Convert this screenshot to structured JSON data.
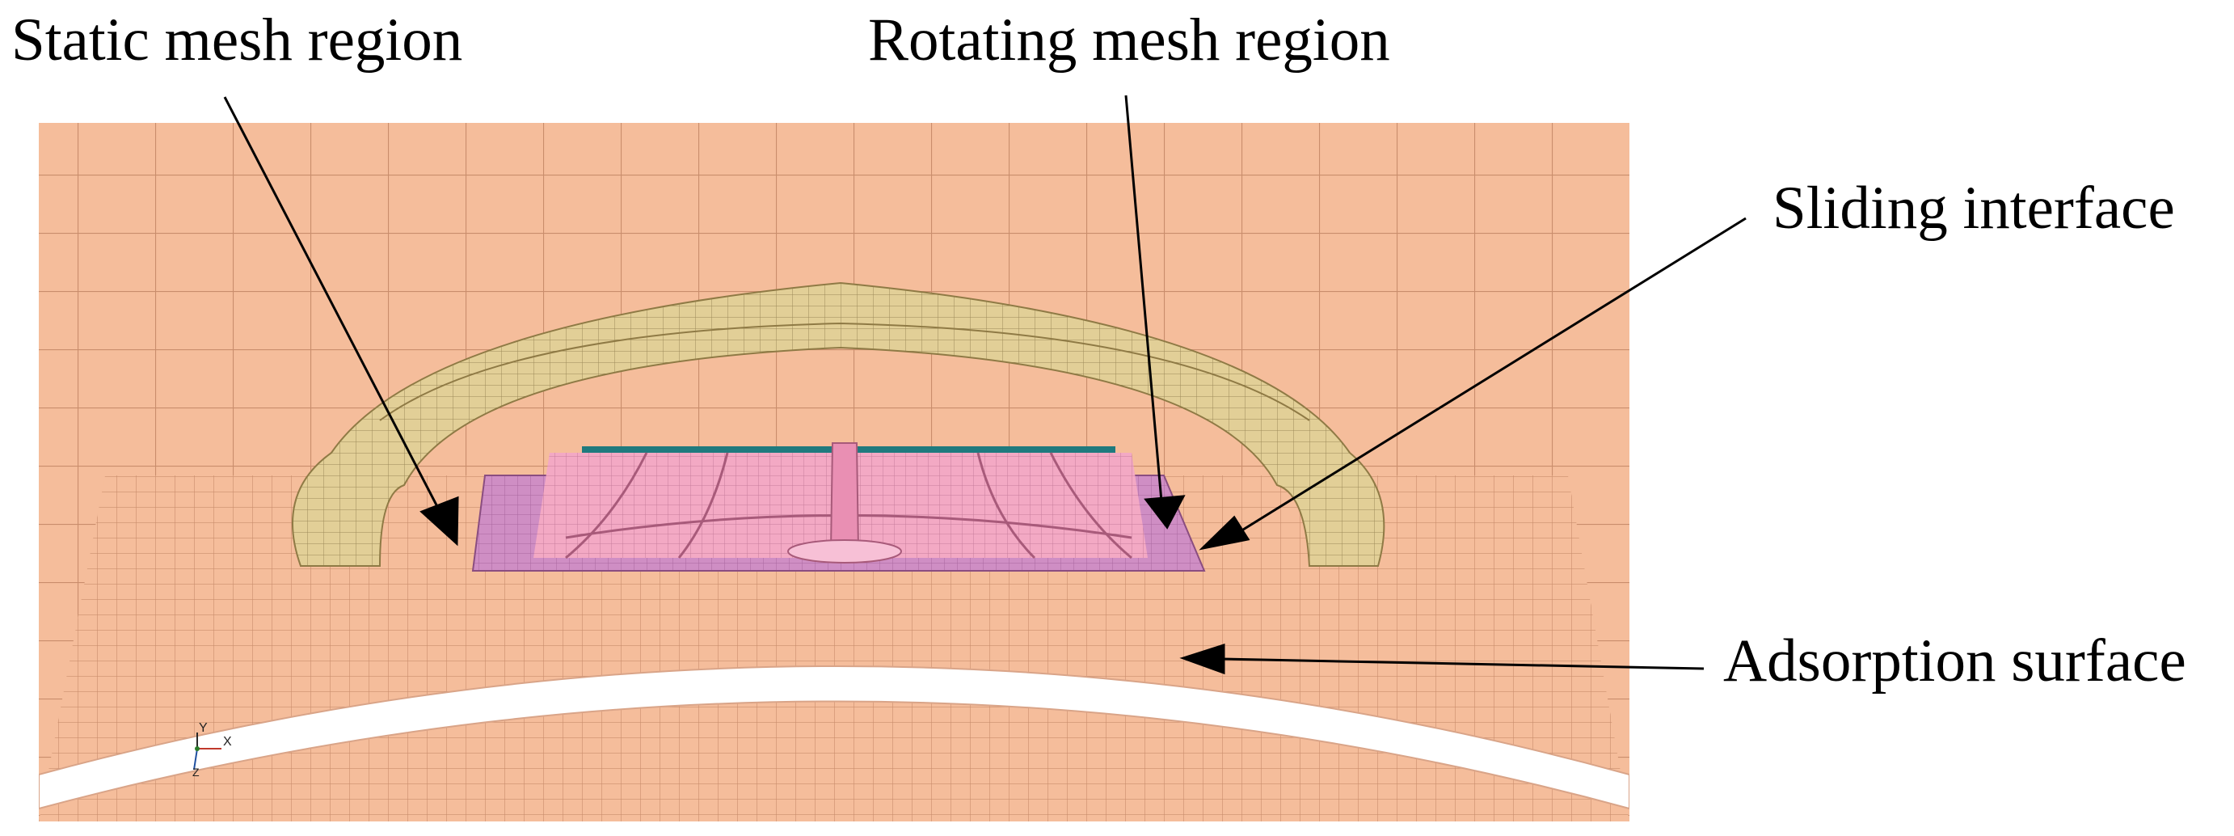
{
  "labels": {
    "static_mesh": "Static mesh region",
    "rotating_mesh": "Rotating mesh region",
    "sliding_interface": "Sliding interface",
    "adsorption_surface": "Adsorption surface"
  },
  "axis_triad": {
    "y": "Y",
    "x": "X",
    "z": "Z"
  },
  "colors": {
    "static_mesh_region": "#f5bd9b",
    "mesh_lines": "#c4896a",
    "shroud": "#e2cf97",
    "rotating_region": "#cf8ec4",
    "impeller": "#f3a9c4",
    "hub_teal": "#1f7a7e",
    "adsorption_band": "#ffffff",
    "arrows": "#000000"
  }
}
